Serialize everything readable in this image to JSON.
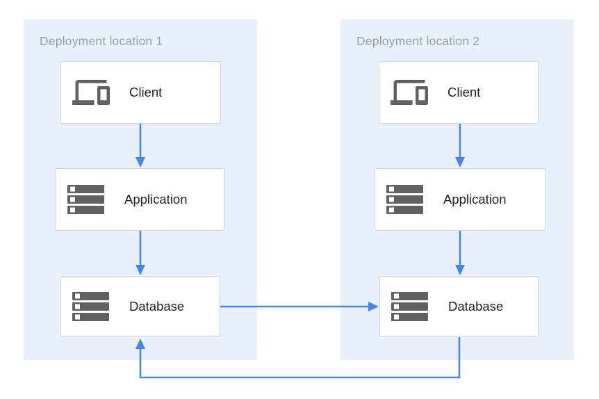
{
  "theme": {
    "panel_bg": "#E8F1FB",
    "arrow_color": "#4285F4",
    "icon_color": "#616161",
    "box_border": "#D5D5D5",
    "title_color": "#9E9E9E",
    "label_color": "#212121",
    "canvas_bg": "#FFFFFF"
  },
  "panels": [
    {
      "title": "Deployment location 1",
      "nodes": [
        {
          "label": "Client",
          "icon": "devices-icon"
        },
        {
          "label": "Application",
          "icon": "server-stack-icon"
        },
        {
          "label": "Database",
          "icon": "server-stack-icon"
        }
      ]
    },
    {
      "title": "Deployment location 2",
      "nodes": [
        {
          "label": "Client",
          "icon": "devices-icon"
        },
        {
          "label": "Application",
          "icon": "server-stack-icon"
        },
        {
          "label": "Database",
          "icon": "server-stack-icon"
        }
      ]
    }
  ],
  "connections": [
    {
      "from": "Client (location 1)",
      "to": "Application (location 1)"
    },
    {
      "from": "Application (location 1)",
      "to": "Database (location 1)"
    },
    {
      "from": "Client (location 2)",
      "to": "Application (location 2)"
    },
    {
      "from": "Application (location 2)",
      "to": "Database (location 2)"
    },
    {
      "from": "Database (location 1)",
      "to": "Database (location 2)"
    },
    {
      "from": "Database (location 2)",
      "to": "Database (location 1)"
    }
  ]
}
